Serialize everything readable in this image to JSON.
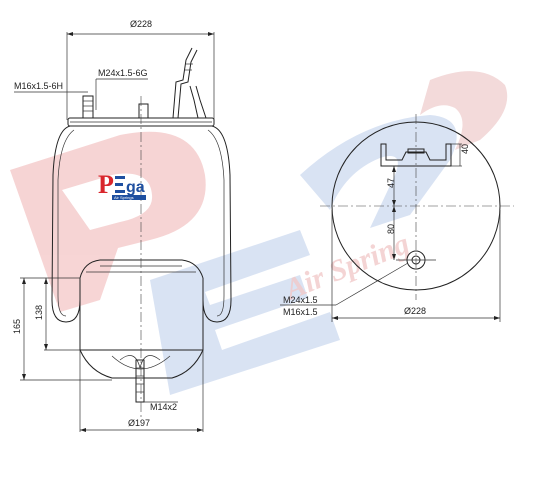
{
  "drawing": {
    "side_view": {
      "top_diameter": "Ø228",
      "thread_label_left": "M16x1.5-6H",
      "thread_label_right": "M24x1.5-6G",
      "height_label": "165",
      "piston_height_label": "138",
      "bottom_stud": "M14x2",
      "bottom_diameter": "Ø197"
    },
    "top_view": {
      "diameter": "Ø228",
      "dim_47": "47",
      "dim_40": "40",
      "dim_80": "80",
      "thread_a": "M24x1.5",
      "thread_b": "M16x1.5"
    }
  },
  "logo": {
    "wordmark": "PEga",
    "tagline": "Air Springs",
    "colors": {
      "red": "#d9262c",
      "blue": "#1e4fa0"
    }
  },
  "watermark": {
    "text": "Pega Air Spring",
    "colors": {
      "red": "#f4c9c9",
      "blue": "#c7d6ef"
    }
  }
}
